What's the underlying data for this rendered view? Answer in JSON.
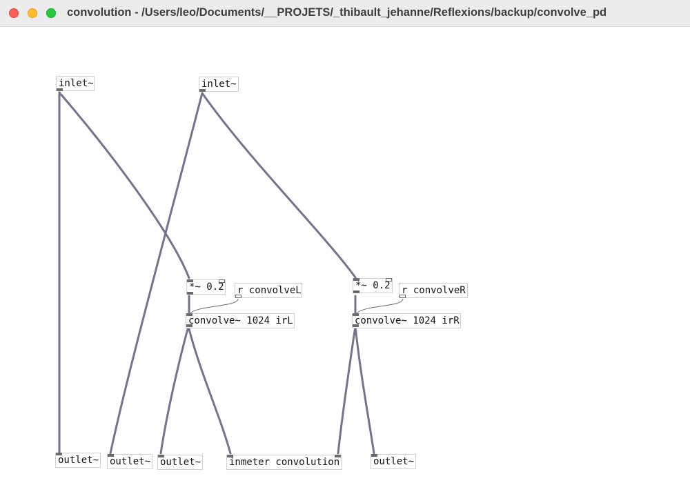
{
  "window": {
    "title": "convolution  - /Users/leo/Documents/__PROJETS/_thibault_jehanne/Reflexions/backup/convolve_pd",
    "controls": [
      "close",
      "minimize",
      "zoom"
    ]
  },
  "colors": {
    "signal_cord": "#75728e",
    "control_cord": "#6a6a6a",
    "box_border": "#cfcfcf",
    "iolet": "#6b6b6b"
  },
  "patch": {
    "objects": [
      {
        "id": "inletL",
        "text": "inlet~"
      },
      {
        "id": "inletR",
        "text": "inlet~"
      },
      {
        "id": "mulL",
        "text": "*~ 0.2"
      },
      {
        "id": "recvL",
        "text": "r convolveL"
      },
      {
        "id": "convL",
        "text": "convolve~ 1024 irL"
      },
      {
        "id": "mulR",
        "text": "*~ 0.2"
      },
      {
        "id": "recvR",
        "text": "r convolveR"
      },
      {
        "id": "convR",
        "text": "convolve~ 1024 irR"
      },
      {
        "id": "out1",
        "text": "outlet~"
      },
      {
        "id": "out2",
        "text": "outlet~"
      },
      {
        "id": "out3",
        "text": "outlet~"
      },
      {
        "id": "meter",
        "text": "inmeter convolution"
      },
      {
        "id": "out4",
        "text": "outlet~"
      }
    ]
  }
}
